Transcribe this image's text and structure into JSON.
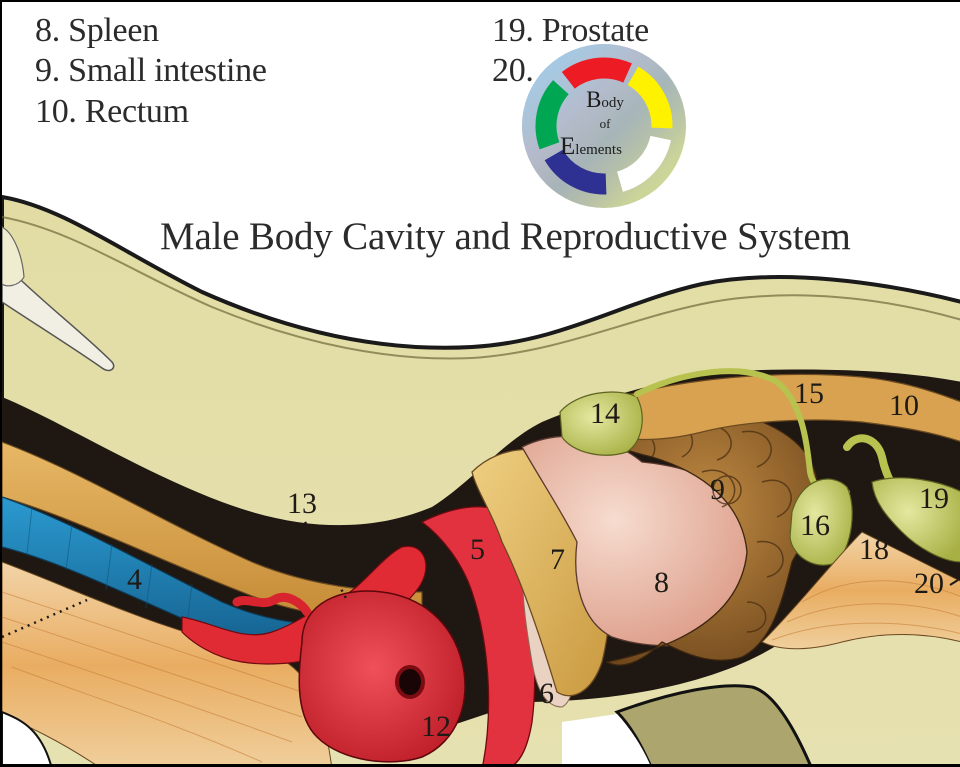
{
  "figure": {
    "title": "Male Body Cavity and Reproductive System",
    "legend": [
      {
        "id": "legend-8",
        "text": "8. Spleen"
      },
      {
        "id": "legend-9",
        "text": "9. Small intestine"
      },
      {
        "id": "legend-10",
        "text": "10. Rectum"
      },
      {
        "id": "legend-19",
        "text": "19. Prostate"
      },
      {
        "id": "legend-20",
        "text": "20."
      }
    ],
    "logo": {
      "line1_cap": "B",
      "line1_rest": "ody",
      "line2": "of",
      "line3_cap": "E",
      "line3_rest": "lements",
      "segment_colors": [
        "#ed1c24",
        "#fff200",
        "#ffffff",
        "#2e3192",
        "#00a651"
      ]
    },
    "labels": [
      {
        "id": "4",
        "text": "4"
      },
      {
        "id": "5",
        "text": "5"
      },
      {
        "id": "6",
        "text": "6"
      },
      {
        "id": "7",
        "text": "7"
      },
      {
        "id": "8",
        "text": "8"
      },
      {
        "id": "9",
        "text": "9"
      },
      {
        "id": "10",
        "text": "10"
      },
      {
        "id": "12",
        "text": "12"
      },
      {
        "id": "13",
        "text": "13"
      },
      {
        "id": "14",
        "text": "14"
      },
      {
        "id": "15",
        "text": "15"
      },
      {
        "id": "16",
        "text": "16"
      },
      {
        "id": "18",
        "text": "18"
      },
      {
        "id": "19",
        "text": "19"
      },
      {
        "id": "20",
        "text": "20"
      }
    ],
    "colors": {
      "body_wall": "#e4dfa8",
      "cavity_dark": "#1f1712",
      "heart_red": "#e42b34",
      "vessel_blue": "#1f82b8",
      "esophagus_tan": "#d9a24a",
      "spleen_pink": "#eab6a2",
      "intestine_brown": "#9c6a2c",
      "gland_green": "#c8cf6a",
      "muscle_orange": "#e9a95a",
      "bone_olive": "#a9a36a"
    }
  }
}
